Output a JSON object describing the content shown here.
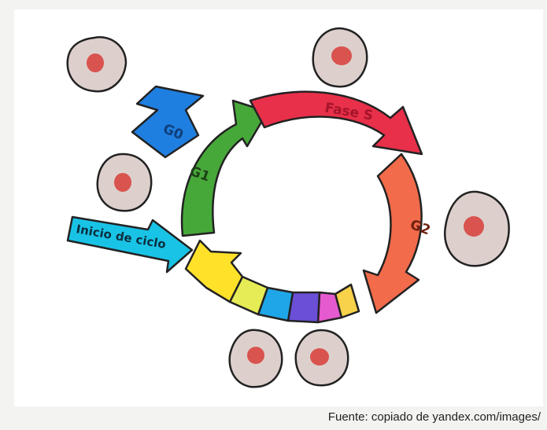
{
  "phases": {
    "s": "Fase S",
    "g0": "G0",
    "g1": "G1",
    "g2": "G2",
    "start": "Inicio de ciclo"
  },
  "source": "Fuente: copiado de yandex.com/images/",
  "colors": {
    "s": "#e8304a",
    "g0": "#1f7fe0",
    "g1": "#47a83a",
    "g2": "#f26b4a",
    "start": "#19c3e6",
    "mitosis": [
      "#ffe12a",
      "#e6ec55",
      "#1fa6e8",
      "#6b4fd6",
      "#e65ad0",
      "#f7d24a"
    ],
    "cell_fill": "#ddd0cc",
    "nucleus": "#d9534f"
  }
}
